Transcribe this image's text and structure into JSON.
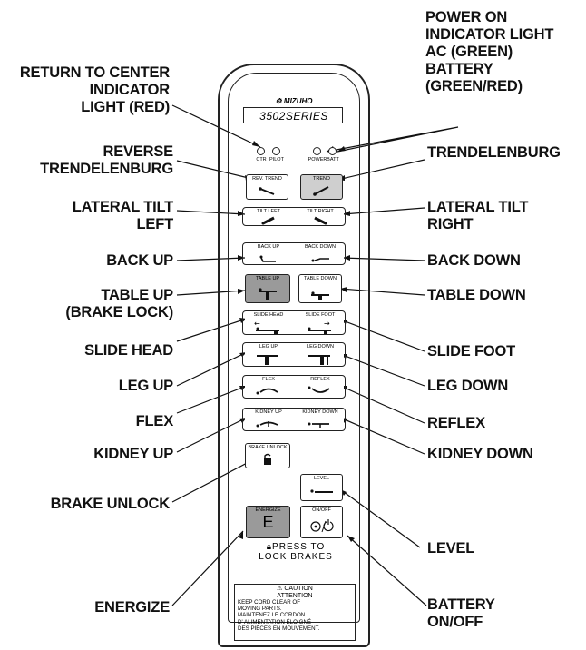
{
  "callouts": {
    "return_to_center": [
      "RETURN TO CENTER",
      "INDICATOR",
      "LIGHT (RED)"
    ],
    "power_on": [
      "POWER ON",
      "INDICATOR LIGHT",
      "AC (GREEN)",
      "BATTERY",
      "(GREEN/RED)"
    ],
    "reverse_trendelenburg": [
      "REVERSE",
      "TRENDELENBURG"
    ],
    "trendelenburg": [
      "TRENDELENBURG"
    ],
    "lateral_tilt_left": [
      "LATERAL TILT",
      "LEFT"
    ],
    "lateral_tilt_right": [
      "LATERAL TILT",
      "RIGHT"
    ],
    "back_up": [
      "BACK UP"
    ],
    "back_down": [
      "BACK DOWN"
    ],
    "table_up": [
      "TABLE UP",
      "(BRAKE LOCK)"
    ],
    "table_down": [
      "TABLE DOWN"
    ],
    "slide_head": [
      "SLIDE HEAD"
    ],
    "slide_foot": [
      "SLIDE FOOT"
    ],
    "leg_up": [
      "LEG UP"
    ],
    "leg_down": [
      "LEG DOWN"
    ],
    "flex": [
      "FLEX"
    ],
    "reflex": [
      "REFLEX"
    ],
    "kidney_up": [
      "KIDNEY UP"
    ],
    "kidney_down": [
      "KIDNEY DOWN"
    ],
    "brake_unlock": [
      "BRAKE UNLOCK"
    ],
    "level": [
      "LEVEL"
    ],
    "energize": [
      "ENERGIZE"
    ],
    "battery_onoff": [
      "BATTERY",
      "ON/OFF"
    ]
  },
  "remote": {
    "brand": "MIZUHO",
    "model": "3502SERIES",
    "led_labels": {
      "ctr": "CTR",
      "pilot": "PILOT",
      "power": "POWER",
      "batt": "BATT"
    },
    "buttons": {
      "rev_trend": "REV. TREND",
      "trend": "TREND",
      "tilt_left": "TILT LEFT",
      "tilt_right": "TILT RIGHT",
      "back_up": "BACK UP",
      "back_down": "BACK DOWN",
      "table_up": "TABLE UP",
      "table_down": "TABLE DOWN",
      "slide_head": "SLIDE HEAD",
      "slide_foot": "SLIDE FOOT",
      "leg_up": "LEG UP",
      "leg_down": "LEG DOWN",
      "flex": "FLEX",
      "reflex": "REFLEX",
      "kidney_up": "KIDNEY UP",
      "kidney_down": "KIDNEY DOWN",
      "brake_unlock": "BRAKE UNLOCK",
      "level": "LEVEL",
      "energize": "ENERGIZE",
      "energize_letter": "E",
      "onoff": "ON/OFF"
    },
    "press_to": "PRESS TO",
    "lock_brakes": "LOCK BRAKES",
    "caution_title": "CAUTION",
    "attention_title": "ATTENTION",
    "caution_lines": [
      "KEEP CORD CLEAR OF",
      "MOVING PARTS.",
      "MAINTENEZ LE CORDON",
      "D' ALIMENTATION ÉLOIGNÉ",
      "DES PIÈCES EN MOUVEMENT."
    ]
  }
}
